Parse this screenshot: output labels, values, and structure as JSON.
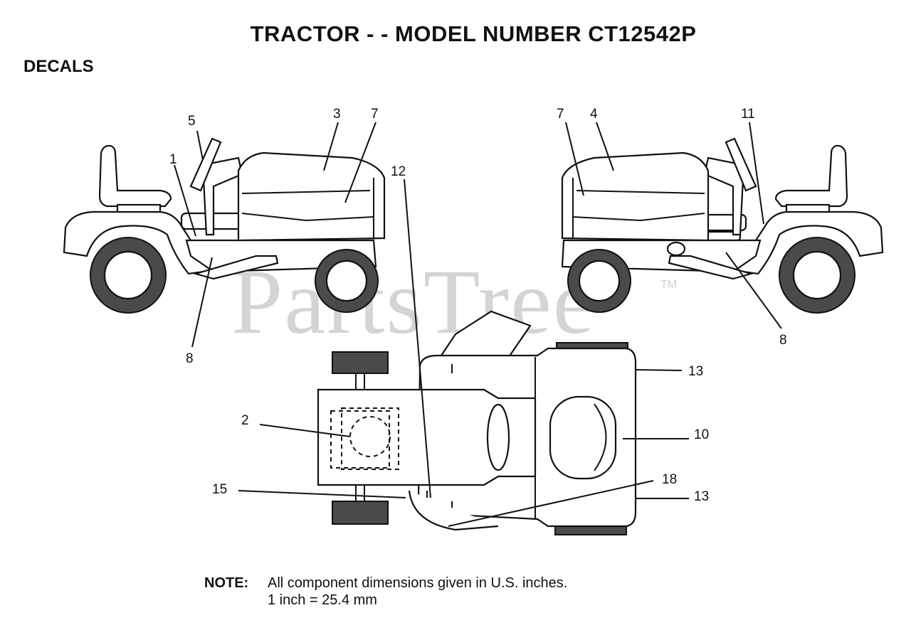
{
  "header": {
    "title": "TRACTOR - - MODEL NUMBER CT12542P",
    "section": "DECALS"
  },
  "watermark": {
    "text": "PartsTree",
    "tm": "TM"
  },
  "callouts": {
    "left_5": "5",
    "left_3": "3",
    "left_7": "7",
    "left_1": "1",
    "left_8": "8",
    "right_7": "7",
    "right_4": "4",
    "right_11": "11",
    "right_8": "8",
    "top_12": "12",
    "top_2": "2",
    "top_15": "15",
    "top_13a": "13",
    "top_10": "10",
    "top_18": "18",
    "top_13b": "13"
  },
  "note": {
    "label": "NOTE:",
    "line1": "All component dimensions given in U.S. inches.",
    "line2": "1 inch = 25.4 mm"
  }
}
